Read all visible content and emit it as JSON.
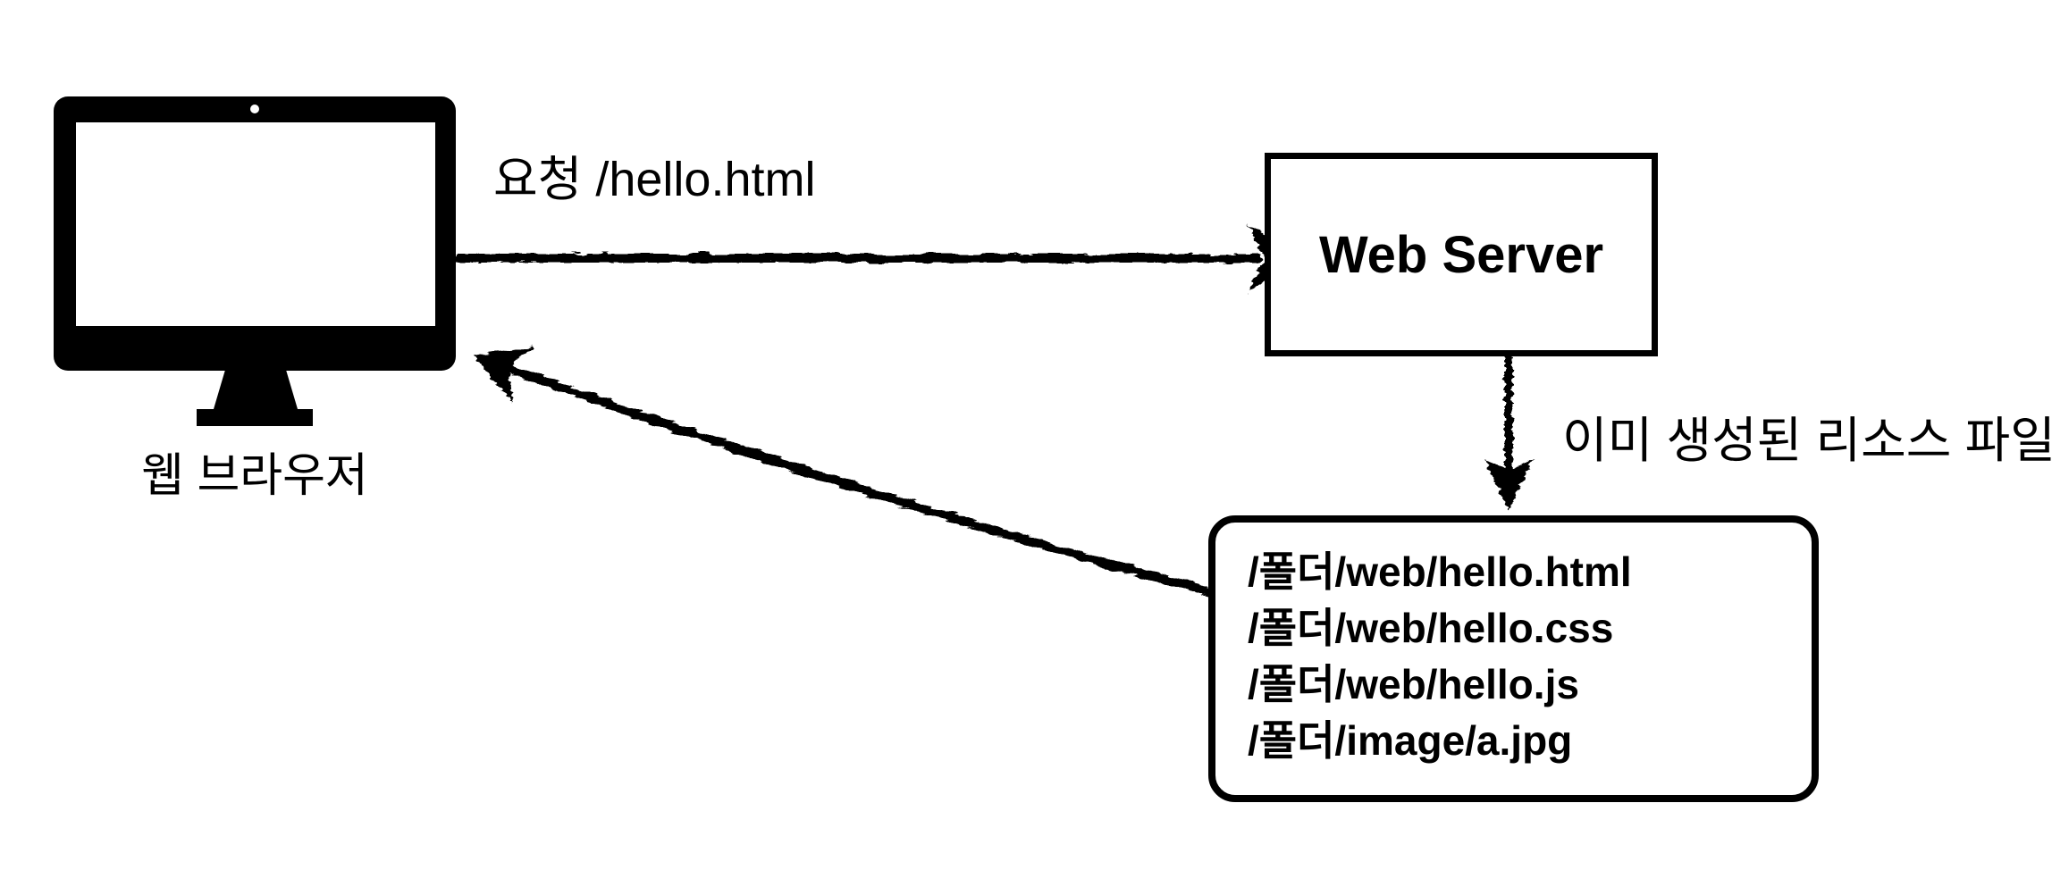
{
  "colors": {
    "ink": "#000000",
    "background": "#ffffff"
  },
  "icons": {
    "browser": "imac-monitor-icon",
    "request_arrow": "rough-arrow-right-icon",
    "server_to_files_arrow": "rough-arrow-down-icon",
    "response_arrow": "rough-arrow-up-left-icon"
  },
  "diagram": {
    "browser": {
      "label": "웹 브라우저"
    },
    "request": {
      "label": "요청 /hello.html"
    },
    "server": {
      "label": "Web Server"
    },
    "resource_flow": {
      "label": "이미 생성된 리소스 파일"
    },
    "resource_box": {
      "files": [
        "/폴더/web/hello.html",
        "/폴더/web/hello.css",
        "/폴더/web/hello.js",
        "/폴더/image/a.jpg"
      ]
    }
  }
}
